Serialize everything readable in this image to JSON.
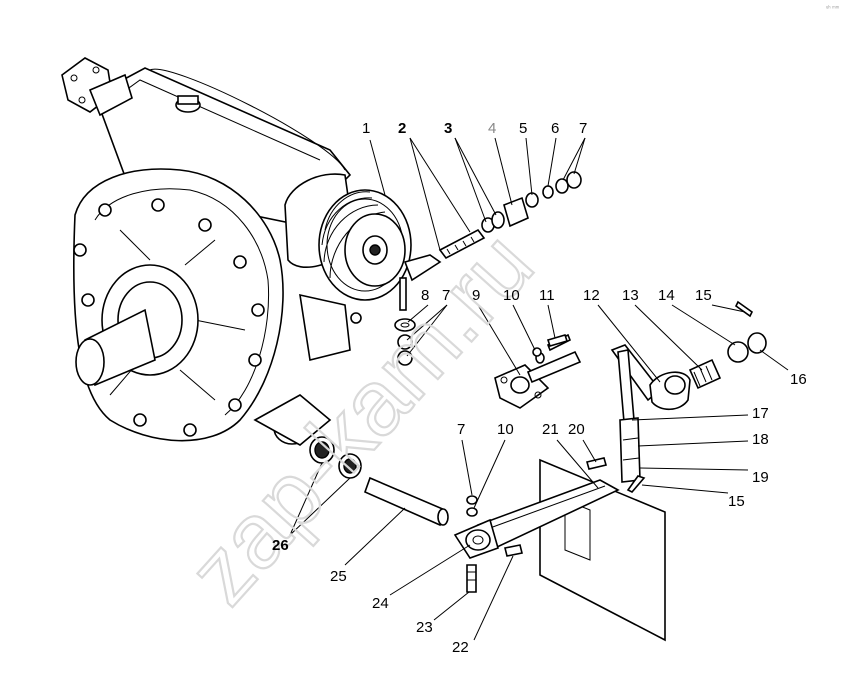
{
  "watermark": "zap-kam.ru",
  "corner_mark": "ᵘʰ ᵐᵐ",
  "callouts": [
    {
      "id": "c1",
      "text": "1",
      "style": ""
    },
    {
      "id": "c2",
      "text": "2",
      "style": "bold"
    },
    {
      "id": "c3",
      "text": "3",
      "style": "bold"
    },
    {
      "id": "c4",
      "text": "4",
      "style": "grey"
    },
    {
      "id": "c5",
      "text": "5",
      "style": ""
    },
    {
      "id": "c6",
      "text": "6",
      "style": ""
    },
    {
      "id": "c7a",
      "text": "7",
      "style": ""
    },
    {
      "id": "c8",
      "text": "8",
      "style": ""
    },
    {
      "id": "c7b",
      "text": "7",
      "style": ""
    },
    {
      "id": "c9",
      "text": "9",
      "style": ""
    },
    {
      "id": "c10a",
      "text": "10",
      "style": ""
    },
    {
      "id": "c11",
      "text": "11",
      "style": ""
    },
    {
      "id": "c12",
      "text": "12",
      "style": ""
    },
    {
      "id": "c13",
      "text": "13",
      "style": ""
    },
    {
      "id": "c14",
      "text": "14",
      "style": ""
    },
    {
      "id": "c15a",
      "text": "15",
      "style": ""
    },
    {
      "id": "c16",
      "text": "16",
      "style": ""
    },
    {
      "id": "c17",
      "text": "17",
      "style": ""
    },
    {
      "id": "c18",
      "text": "18",
      "style": ""
    },
    {
      "id": "c19",
      "text": "19",
      "style": ""
    },
    {
      "id": "c15b",
      "text": "15",
      "style": ""
    },
    {
      "id": "c7c",
      "text": "7",
      "style": ""
    },
    {
      "id": "c10b",
      "text": "10",
      "style": ""
    },
    {
      "id": "c21",
      "text": "21",
      "style": ""
    },
    {
      "id": "c20",
      "text": "20",
      "style": ""
    },
    {
      "id": "c26",
      "text": "26",
      "style": "bold"
    },
    {
      "id": "c25",
      "text": "25",
      "style": ""
    },
    {
      "id": "c24",
      "text": "24",
      "style": ""
    },
    {
      "id": "c23",
      "text": "23",
      "style": ""
    },
    {
      "id": "c22",
      "text": "22",
      "style": ""
    }
  ]
}
